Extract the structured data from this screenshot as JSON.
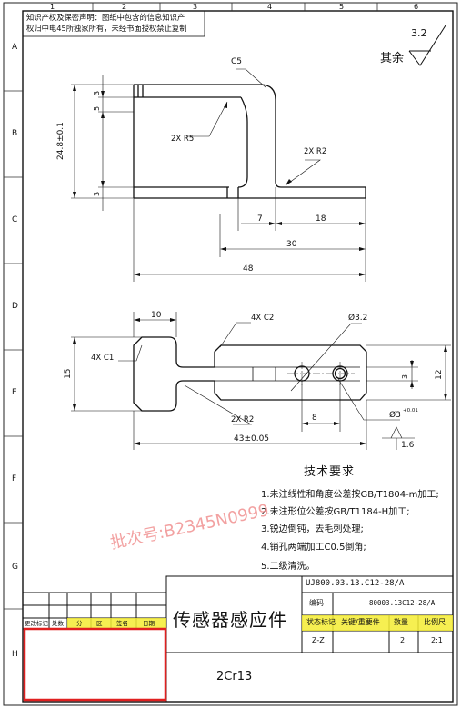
{
  "notice": {
    "line1": "知识产权及保密声明：图纸中包含的信息知识产",
    "line2": "权归中电45所独家所有，未经书面授权禁止复制"
  },
  "grid": {
    "columns": [
      "1",
      "2",
      "3",
      "4",
      "5",
      "6"
    ],
    "rows": [
      "A",
      "B",
      "C",
      "D",
      "E",
      "F",
      "G",
      "H"
    ]
  },
  "surface_finish": {
    "value": "3.2",
    "label": "其余"
  },
  "top_view": {
    "chamfer": "C5",
    "radius_left": "2X R5",
    "radius_right": "2X R2",
    "dim_height": "24.8±0.1",
    "dim_top_3": "3",
    "dim_5": "5",
    "dim_bottom_3": "3",
    "dim_7": "7",
    "dim_18": "18",
    "dim_30": "30",
    "dim_48": "48"
  },
  "bottom_view": {
    "dim_10": "10",
    "chamfer_c2": "4X C2",
    "chamfer_c1": "4X C1",
    "hole_32": "Ø3.2",
    "dim_15": "15",
    "dim_3": "3",
    "dim_12": "12",
    "radius_r2": "2X R2",
    "dim_8": "8",
    "hole_3": "Ø3",
    "hole_3_tol": "+0.01",
    "dim_43": "43±0.05",
    "flatness": "1.6"
  },
  "tech_req": {
    "title": "技术要求",
    "items": [
      "1.未注线性和角度公差按GB/T1804-m加工;",
      "2.未注形位公差按GB/T1184-H加工;",
      "3.锐边倒钝，去毛刺处理;",
      "4.销孔两端加工C0.5倒角;",
      "5.二级清洗。"
    ]
  },
  "watermark": "批次号:B2345N0999",
  "title_block": {
    "drawing_no": "UJ800.03.13.C12-28/A",
    "code_label": "编码",
    "code_value": "80003.13C12-28/A",
    "part_name": "传感器感应件",
    "material": "2Cr13",
    "status_label": "状态标记",
    "key_label": "关键/重要件",
    "qty_label": "数量",
    "scale_label": "比例尺",
    "status_value": "Z-Z",
    "qty_value": "2",
    "scale_value": "2:1",
    "rev_headers": [
      "更改标记",
      "处数",
      "分",
      "区",
      "签名",
      "日期"
    ]
  }
}
